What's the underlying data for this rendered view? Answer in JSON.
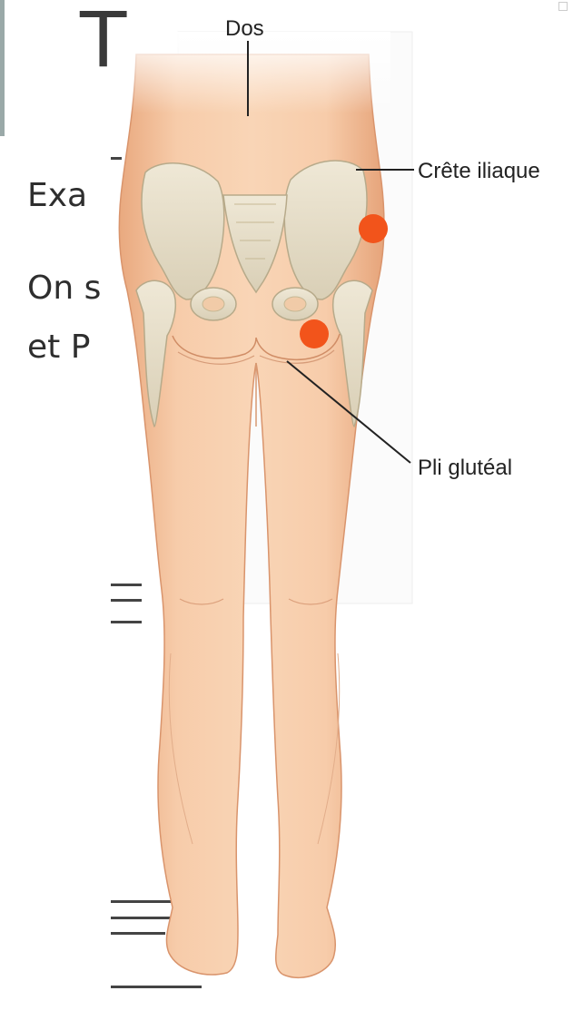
{
  "slide": {
    "title": "T",
    "lines": [
      "Exa",
      "On s",
      "et P"
    ]
  },
  "labels": {
    "back": "Dos",
    "iliac_crest": "Crête iliaque",
    "gluteal_fold": "Pli glutéal"
  },
  "colors": {
    "skin": "#f6c9a6",
    "bone": "#ece4cf",
    "marker": "#f2541b",
    "accent_bar": "#9aa9a8"
  }
}
